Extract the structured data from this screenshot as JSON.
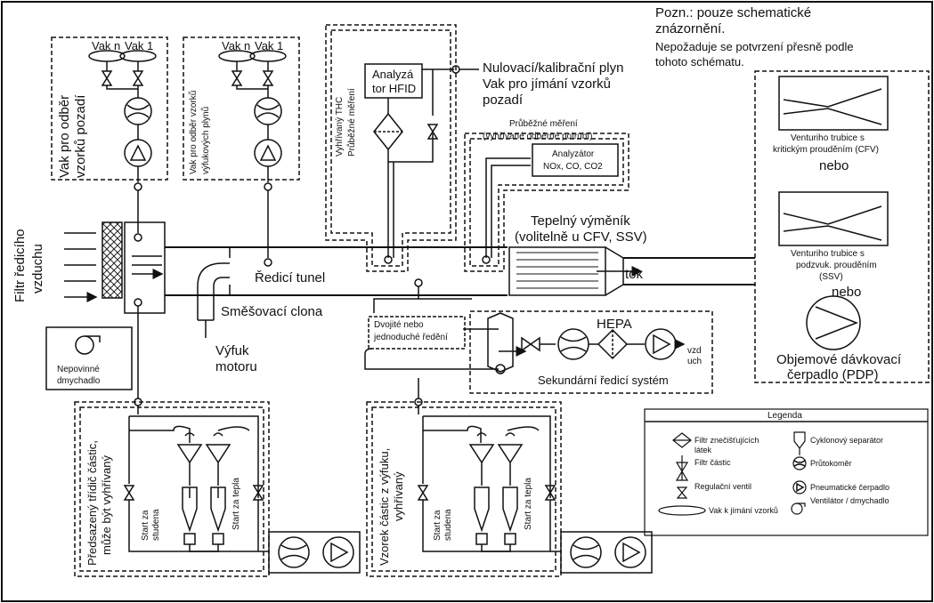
{
  "note": {
    "line1": "Pozn.: pouze schematické",
    "line2": "znázornění.",
    "line3": "Nepožaduje se potvrzení přesně podle",
    "line4": "tohoto schématu."
  },
  "bags": {
    "bag_n": "Vak n",
    "bag_1": "Vak 1",
    "background_label_1": "Vak pro odběr",
    "background_label_2": "vzorků pozadí",
    "exhaust_label_1": "Vak pro odběr vzorků",
    "exhaust_label_2": "výfukových plynů"
  },
  "filter": {
    "label_1": "Filtr ředicího",
    "label_2": "vzduchu"
  },
  "blower": {
    "label_1": "Nepovinné",
    "label_2": "dmychadlo"
  },
  "thc": {
    "analyzer_1": "Analyzá",
    "analyzer_2": "tor HFID",
    "label_1": "Vyhřívaný THC",
    "label_2": "Průběžné měření"
  },
  "zero_gas": {
    "line1": "Nulovací/kalibrační plyn",
    "line2": "Vak pro jímání vzorků",
    "line3": "pozadí"
  },
  "continuous": {
    "line1": "Průběžné měření",
    "line2": "(vyhřívané odběrné potrubí)",
    "analyzer_title": "Analyzátor",
    "analyzer_gases": "NOx, CO, CO2"
  },
  "tunnel": {
    "heat_exchanger_1": "Tepelný výměník",
    "heat_exchanger_2": "(volitelně u CFV, SSV)",
    "tunnel_label": "Ředicí tunel",
    "mixing_label": "Směšovací clona",
    "flow_label": "tok",
    "exhaust_1": "Výfuk",
    "exhaust_2": "motoru"
  },
  "flow_devices": {
    "cfv_1": "Venturiho trubice s",
    "cfv_2": "kritickým prouděním (CFV)",
    "or_1": "nebo",
    "ssv_1": "Venturiho trubice s",
    "ssv_2": "podzvuk. prouděním",
    "ssv_3": "(SSV)",
    "or_2": "nebo",
    "pdp_1": "Objemové dávkovací",
    "pdp_2": "čerpadlo (PDP)"
  },
  "secondary": {
    "dilution_1": "Dvojité nebo",
    "dilution_2": "jednoduché ředění",
    "hepa": "HEPA",
    "air_1": "vzd",
    "air_2": "uch",
    "label": "Sekundární ředicí systém"
  },
  "pm_left": {
    "label_1": "Předsazený třídič částic,",
    "label_2": "může být vyhřívaný",
    "cold_1": "Start za",
    "cold_2": "studena",
    "hot": "Start za tepla"
  },
  "pm_right": {
    "label_1": "Vzorek částic z výfuku,",
    "label_2": "vyhřívaný",
    "cold_1": "Start za",
    "cold_2": "studena",
    "hot": "Start za tepla"
  },
  "legend": {
    "title": "Legenda",
    "particulate_filter_1": "Filtr znečišťujících",
    "particulate_filter_2": "látek",
    "particle_filter": "Filtr částic",
    "control_valve": "Regulační ventil",
    "sample_bag": "Vak k jímání vzorků",
    "cyclone": "Cyklonový separátor",
    "flow_meter": "Průtokoměr",
    "pump": "Pneumatické čerpadlo",
    "fan": "Ventilátor / dmychadlo"
  }
}
